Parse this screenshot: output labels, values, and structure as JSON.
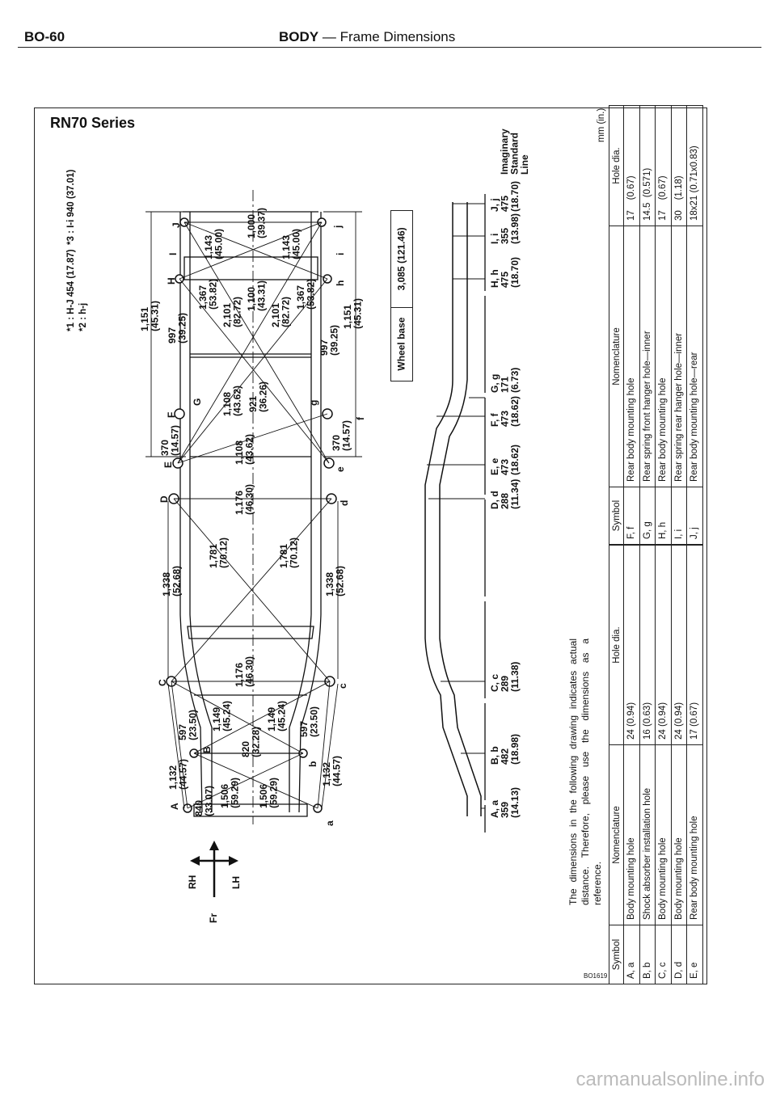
{
  "header": {
    "page_number": "BO-60",
    "section": "BODY",
    "subtitle": "Frame Dimensions"
  },
  "series_title": "RN70 Series",
  "notes_top": {
    "n1": "*1 : H-J  454 (17.87)",
    "n2": "*2 : h-j",
    "n3": "*3 : I-i  940 (37.01)"
  },
  "compass": {
    "rh": "RH",
    "lh": "LH",
    "fr": "Fr"
  },
  "points_upper": [
    "A",
    "B",
    "C",
    "D",
    "E",
    "F",
    "G",
    "H",
    "I",
    "J"
  ],
  "points_lower": [
    "a",
    "b",
    "c",
    "d",
    "e",
    "f",
    "g",
    "h",
    "i",
    "j"
  ],
  "top_view_dimensions": [
    "1,132\n(44.57)",
    "1,338\n(52.68)",
    "370\n(14.57)",
    "1,151\n(45.31)",
    "997\n(39.25)",
    "1,132\n(44.57)",
    "1,338\n(52.68)",
    "370\n(14.57)",
    "1,151\n(45.31)",
    "997\n(39.25)",
    "1,781\n(70.12)",
    "1,781\n(70.12)",
    "1,176\n(46.30)",
    "1,176\n(46.30)",
    "1,108\n(43.62)",
    "1,108\n(43.62)",
    "921\n(36.26)",
    "1,149\n(45.24)",
    "1,149\n(45.24)",
    "597\n(23.50)",
    "597\n(23.50)",
    "820\n(32.28)",
    "1,506\n(59.29)",
    "1,506\n(59.29)",
    "840\n(33.07)",
    "1,367\n(53.82)",
    "1,367\n(53.82)",
    "2,101\n(82.72)",
    "2,101\n(82.72)",
    "1,100\n(43.31)",
    "1,143\n(45.00)",
    "1,143\n(45.00)",
    "1,000\n(39.37)"
  ],
  "wheel_base": {
    "label": "Wheel base",
    "value": "3,085 (121.46)"
  },
  "side_view": {
    "reference_line": "Imaginary\nStandard\nLine",
    "heights": [
      {
        "symbol": "A, a",
        "mm": "359",
        "in": "(14.13)"
      },
      {
        "symbol": "B, b",
        "mm": "482",
        "in": "(18.98)"
      },
      {
        "symbol": "C, c",
        "mm": "289",
        "in": "(11.38)"
      },
      {
        "symbol": "D, d",
        "mm": "288",
        "in": "(11.34)"
      },
      {
        "symbol": "E, e",
        "mm": "473",
        "in": "(18.62)"
      },
      {
        "symbol": "F, f",
        "mm": "473",
        "in": "(18.62)"
      },
      {
        "symbol": "G, g",
        "mm": "171",
        "in": "(6.73)"
      },
      {
        "symbol": "H, h",
        "mm": "475",
        "in": "(18.70)"
      },
      {
        "symbol": "I, i",
        "mm": "355",
        "in": "(13.98)"
      },
      {
        "symbol": "J, j",
        "mm": "475",
        "in": "(18.70)"
      }
    ]
  },
  "note": "The dimensions in the following drawing indicates actual distance. Therefore, please use the dimensions as a reference.",
  "units": "mm (in.)",
  "figure_code": "BO1619",
  "table": {
    "headers": [
      "Symbol",
      "Nomenclature",
      "Hole dia."
    ],
    "left_rows": [
      [
        "A, a",
        "Body mounting hole",
        "24 (0.94)"
      ],
      [
        "B, b",
        "Shock absorber installation hole",
        "16 (0.63)"
      ],
      [
        "C, c",
        "Body mounting hole",
        "24 (0.94)"
      ],
      [
        "D, d",
        "Body mounting hole",
        "24 (0.94)"
      ],
      [
        "E, e",
        "Rear body mounting hole",
        "17 (0.67)"
      ]
    ],
    "right_rows": [
      [
        "F, f",
        "Rear body mounting hole",
        "17    (0.67)"
      ],
      [
        "G, g",
        "Rear spring front hanger hole—inner",
        "14.5  (0.571)"
      ],
      [
        "H, h",
        "Rear body mounting hole",
        "17    (0.67)"
      ],
      [
        "I, i",
        "Rear spring rear hanger hole—inner",
        "30    (1.18)"
      ],
      [
        "J, j",
        "Rear body mounting hole—rear",
        "18x21 (0.71x0.83)"
      ]
    ]
  },
  "watermark": "carmanualsonline.info"
}
